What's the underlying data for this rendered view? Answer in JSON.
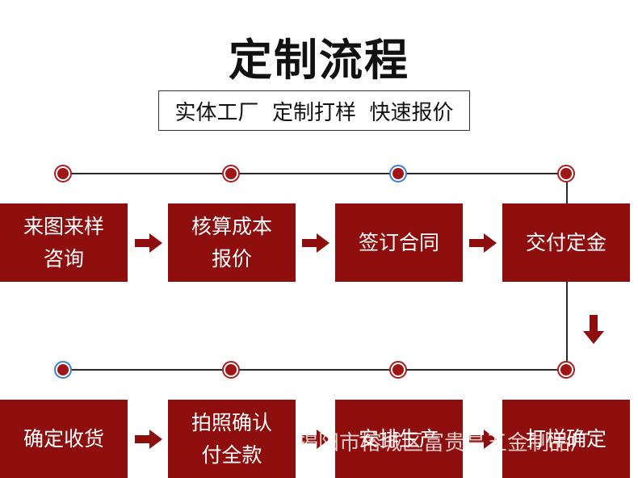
{
  "title": "定制流程",
  "subtitle": "实体工厂  定制打样  快速报价",
  "colors": {
    "box_fill": "#8e0e0e",
    "node_red": "#b01c1c",
    "node_blue": "#3a7fd5",
    "line": "#2a2a2a"
  },
  "steps": [
    {
      "line1": "来图来样",
      "line2": "咨询"
    },
    {
      "line1": "核算成本",
      "line2": "报价"
    },
    {
      "line1": "签订合同",
      "line2": ""
    },
    {
      "line1": "交付定金",
      "line2": ""
    },
    {
      "line1": "确定收货",
      "line2": ""
    },
    {
      "line1": "拍照确认",
      "line2": "付全款"
    },
    {
      "line1": "安排生产",
      "line2": ""
    },
    {
      "line1": "打样确定",
      "line2": ""
    }
  ],
  "watermark": "揭阳市榕城区富贵昌五金制品厂"
}
